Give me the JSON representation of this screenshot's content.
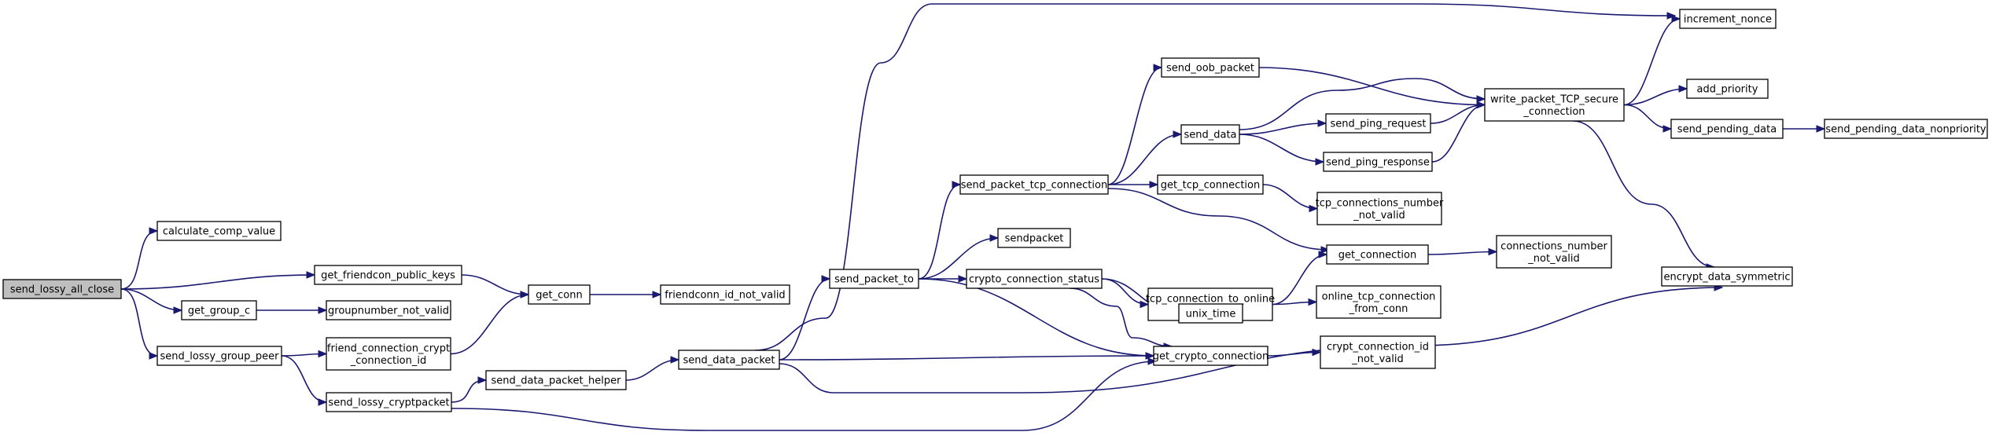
{
  "colors": {
    "edge": "#191970",
    "root_fill": "#bfbfbf",
    "node_fill": "#ffffff",
    "border": "#000000"
  },
  "nodes": [
    {
      "id": "send_lossy_all_close",
      "lines": [
        "send_lossy_all_close"
      ],
      "root": true
    },
    {
      "id": "calculate_comp_value",
      "lines": [
        "calculate_comp_value"
      ]
    },
    {
      "id": "get_friendcon_public_keys",
      "lines": [
        "get_friendcon_public_keys"
      ]
    },
    {
      "id": "get_group_c",
      "lines": [
        "get_group_c"
      ]
    },
    {
      "id": "send_lossy_group_peer",
      "lines": [
        "send_lossy_group_peer"
      ]
    },
    {
      "id": "get_conn",
      "lines": [
        "get_conn"
      ]
    },
    {
      "id": "groupnumber_not_valid",
      "lines": [
        "groupnumber_not_valid"
      ]
    },
    {
      "id": "friend_connection_crypt_connection_id",
      "lines": [
        "friend_connection_crypt",
        "_connection_id"
      ]
    },
    {
      "id": "send_lossy_cryptpacket",
      "lines": [
        "send_lossy_cryptpacket"
      ]
    },
    {
      "id": "friendconn_id_not_valid",
      "lines": [
        "friendconn_id_not_valid"
      ]
    },
    {
      "id": "send_data_packet_helper",
      "lines": [
        "send_data_packet_helper"
      ]
    },
    {
      "id": "send_data_packet",
      "lines": [
        "send_data_packet"
      ]
    },
    {
      "id": "send_packet_to",
      "lines": [
        "send_packet_to"
      ]
    },
    {
      "id": "send_packet_tcp_connection",
      "lines": [
        "send_packet_tcp_connection"
      ]
    },
    {
      "id": "sendpacket",
      "lines": [
        "sendpacket"
      ]
    },
    {
      "id": "crypto_connection_status",
      "lines": [
        "crypto_connection_status"
      ]
    },
    {
      "id": "send_oob_packet",
      "lines": [
        "send_oob_packet"
      ]
    },
    {
      "id": "send_data",
      "lines": [
        "send_data"
      ]
    },
    {
      "id": "get_tcp_connection",
      "lines": [
        "get_tcp_connection"
      ]
    },
    {
      "id": "tcp_connection_to_online_tcp_relays",
      "lines": [
        "tcp_connection_to_online",
        "_tcp_relays"
      ]
    },
    {
      "id": "unix_time",
      "lines": [
        "unix_time"
      ]
    },
    {
      "id": "get_crypto_connection",
      "lines": [
        "get_crypto_connection"
      ]
    },
    {
      "id": "send_ping_request",
      "lines": [
        "send_ping_request"
      ]
    },
    {
      "id": "send_ping_response",
      "lines": [
        "send_ping_response"
      ]
    },
    {
      "id": "tcp_connections_number_not_valid",
      "lines": [
        "tcp_connections_number",
        "_not_valid"
      ]
    },
    {
      "id": "get_connection",
      "lines": [
        "get_connection"
      ]
    },
    {
      "id": "online_tcp_connection_from_conn",
      "lines": [
        "online_tcp_connection",
        "_from_conn"
      ]
    },
    {
      "id": "crypt_connection_id_not_valid",
      "lines": [
        "crypt_connection_id",
        "_not_valid"
      ]
    },
    {
      "id": "write_packet_TCP_secure_connection",
      "lines": [
        "write_packet_TCP_secure",
        "_connection"
      ]
    },
    {
      "id": "connections_number_not_valid",
      "lines": [
        "connections_number",
        "_not_valid"
      ]
    },
    {
      "id": "increment_nonce",
      "lines": [
        "increment_nonce"
      ]
    },
    {
      "id": "add_priority",
      "lines": [
        "add_priority"
      ]
    },
    {
      "id": "send_pending_data",
      "lines": [
        "send_pending_data"
      ]
    },
    {
      "id": "encrypt_data_symmetric",
      "lines": [
        "encrypt_data_symmetric"
      ]
    },
    {
      "id": "send_pending_data_nonpriority",
      "lines": [
        "send_pending_data_nonpriority"
      ]
    }
  ],
  "edges": [
    [
      "send_lossy_all_close",
      "calculate_comp_value"
    ],
    [
      "send_lossy_all_close",
      "get_friendcon_public_keys"
    ],
    [
      "send_lossy_all_close",
      "get_group_c"
    ],
    [
      "send_lossy_all_close",
      "send_lossy_group_peer"
    ],
    [
      "get_friendcon_public_keys",
      "get_conn"
    ],
    [
      "get_group_c",
      "groupnumber_not_valid"
    ],
    [
      "send_lossy_group_peer",
      "friend_connection_crypt_connection_id"
    ],
    [
      "send_lossy_group_peer",
      "send_lossy_cryptpacket"
    ],
    [
      "friend_connection_crypt_connection_id",
      "get_conn"
    ],
    [
      "get_conn",
      "friendconn_id_not_valid"
    ],
    [
      "send_lossy_cryptpacket",
      "send_data_packet_helper"
    ],
    [
      "send_lossy_cryptpacket",
      "get_crypto_connection"
    ],
    [
      "send_data_packet_helper",
      "send_data_packet"
    ],
    [
      "send_data_packet",
      "send_packet_to"
    ],
    [
      "send_data_packet",
      "increment_nonce"
    ],
    [
      "send_data_packet",
      "get_crypto_connection"
    ],
    [
      "send_data_packet",
      "encrypt_data_symmetric"
    ],
    [
      "send_packet_to",
      "send_packet_tcp_connection"
    ],
    [
      "send_packet_to",
      "sendpacket"
    ],
    [
      "send_packet_to",
      "crypto_connection_status"
    ],
    [
      "send_packet_to",
      "get_crypto_connection"
    ],
    [
      "send_packet_tcp_connection",
      "send_oob_packet"
    ],
    [
      "send_packet_tcp_connection",
      "send_data"
    ],
    [
      "send_packet_tcp_connection",
      "get_tcp_connection"
    ],
    [
      "send_packet_tcp_connection",
      "get_connection"
    ],
    [
      "crypto_connection_status",
      "tcp_connection_to_online_tcp_relays"
    ],
    [
      "crypto_connection_status",
      "unix_time"
    ],
    [
      "crypto_connection_status",
      "get_crypto_connection"
    ],
    [
      "send_oob_packet",
      "write_packet_TCP_secure_connection"
    ],
    [
      "send_data",
      "send_ping_request"
    ],
    [
      "send_data",
      "send_ping_response"
    ],
    [
      "send_data",
      "write_packet_TCP_secure_connection"
    ],
    [
      "get_tcp_connection",
      "tcp_connections_number_not_valid"
    ],
    [
      "tcp_connection_to_online_tcp_relays",
      "get_connection"
    ],
    [
      "tcp_connection_to_online_tcp_relays",
      "online_tcp_connection_from_conn"
    ],
    [
      "get_crypto_connection",
      "crypt_connection_id_not_valid"
    ],
    [
      "send_ping_request",
      "write_packet_TCP_secure_connection"
    ],
    [
      "send_ping_response",
      "write_packet_TCP_secure_connection"
    ],
    [
      "get_connection",
      "connections_number_not_valid"
    ],
    [
      "write_packet_TCP_secure_connection",
      "increment_nonce"
    ],
    [
      "write_packet_TCP_secure_connection",
      "add_priority"
    ],
    [
      "write_packet_TCP_secure_connection",
      "send_pending_data"
    ],
    [
      "write_packet_TCP_secure_connection",
      "encrypt_data_symmetric"
    ],
    [
      "send_pending_data",
      "send_pending_data_nonpriority"
    ]
  ]
}
